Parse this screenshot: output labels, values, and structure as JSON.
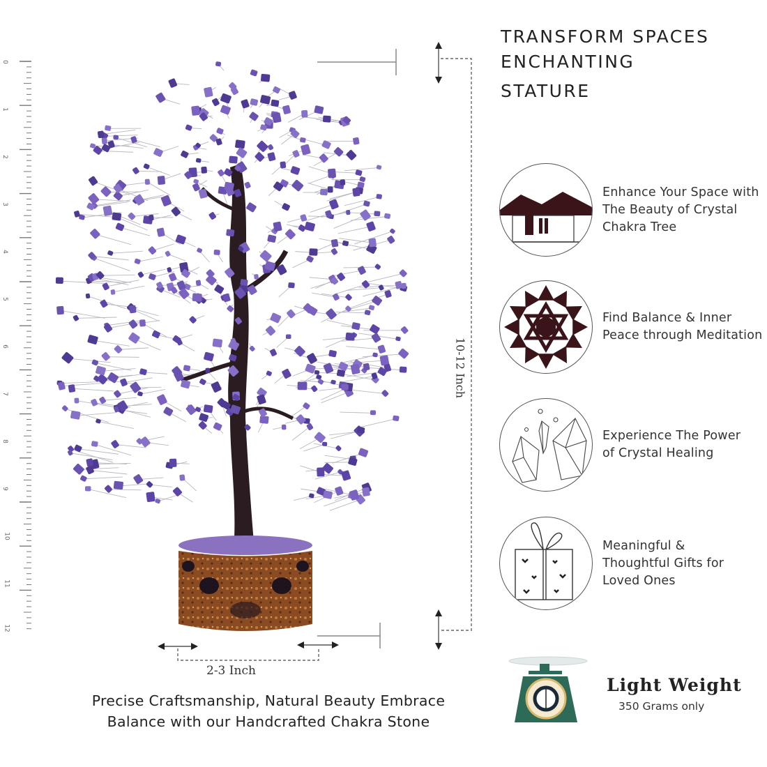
{
  "headline": {
    "line1": "TRANSFORM SPACES",
    "line2": "ENCHANTING",
    "line3": "STATURE"
  },
  "features": [
    {
      "icon": "house-icon",
      "lines": [
        "Enhance Your Space with",
        "The Beauty of Crystal",
        "Chakra Tree"
      ]
    },
    {
      "icon": "chakra-star-icon",
      "lines": [
        "Find Balance & Inner",
        "Peace through Meditation"
      ]
    },
    {
      "icon": "crystals-icon",
      "lines": [
        "Experience The Power",
        "of Crystal Healing"
      ]
    },
    {
      "icon": "gift-box-icon",
      "lines": [
        "Meaningful &",
        "Thoughtful Gifts for",
        "Loved Ones"
      ]
    }
  ],
  "weight": {
    "icon": "kitchen-scale-icon",
    "title": "Light Weight",
    "subtitle": "350 Grams only"
  },
  "dimensions": {
    "width_label": "2-3 Inch",
    "height_label": "10-12 Inch"
  },
  "ruler": {
    "numbers": [
      "0",
      "1",
      "2",
      "3",
      "4",
      "5",
      "6",
      "7",
      "8",
      "9",
      "10",
      "11",
      "12"
    ]
  },
  "caption": {
    "line1": "Precise Craftsmanship, Natural Beauty Embrace",
    "line2": "Balance with our Handcrafted Chakra Stone"
  },
  "product": {
    "name": "amethyst-crystal-tree",
    "leaf_color": "#6a52b0",
    "trunk_color": "#2a1c20",
    "base_color": "#8a4a22"
  }
}
